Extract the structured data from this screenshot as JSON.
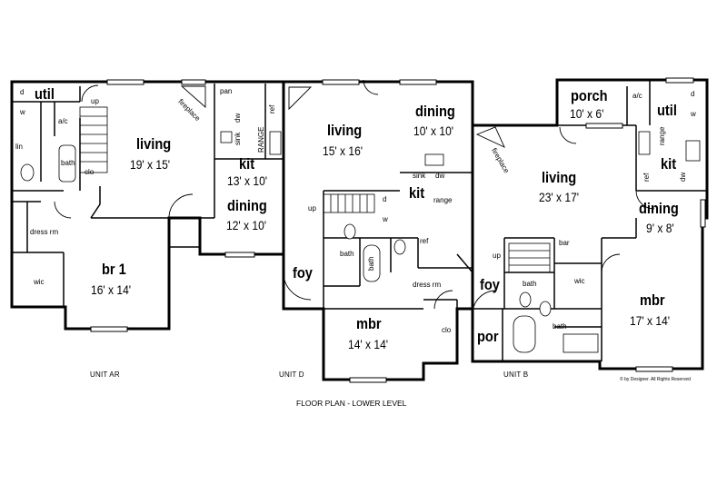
{
  "caption": "FLOOR PLAN - LOWER LEVEL",
  "copyright": "© by Designer. All Rights Reserved",
  "units": [
    {
      "label": "UNIT AR",
      "rooms": {
        "util": {
          "name": "util"
        },
        "living": {
          "name": "living",
          "dim": "19' x 15'"
        },
        "kit": {
          "name": "kit",
          "dim": "13' x 10'"
        },
        "dining": {
          "name": "dining",
          "dim": "12' x 10'"
        },
        "br1": {
          "name": "br 1",
          "dim": "16' x 14'"
        }
      },
      "labels": {
        "ac": "a/c",
        "up": "up",
        "clo": "clo",
        "bath": "bath",
        "lin": "lin",
        "dressrm": "dress rm",
        "wic": "wic",
        "pan": "pan",
        "fireplace": "fireplace",
        "sink": "sink",
        "dw": "dw",
        "range": "RANGE",
        "ref": "ref",
        "d": "d",
        "w": "w"
      }
    },
    {
      "label": "UNIT D",
      "rooms": {
        "living": {
          "name": "living",
          "dim": "15' x 16'"
        },
        "dining": {
          "name": "dining",
          "dim": "10' x 10'"
        },
        "kit": {
          "name": "kit"
        },
        "foy": {
          "name": "foy"
        },
        "mbr": {
          "name": "mbr",
          "dim": "14' x 14'"
        }
      },
      "labels": {
        "up": "up",
        "sink": "sink",
        "dw": "dw",
        "range": "range",
        "ref": "ref",
        "bath": "bath",
        "bath_tub": "bath",
        "dressrm": "dress rm",
        "clo": "clo",
        "d": "d",
        "w": "w"
      }
    },
    {
      "label": "UNIT B",
      "rooms": {
        "porch": {
          "name": "porch",
          "dim": "10' x 6'"
        },
        "util": {
          "name": "util"
        },
        "living": {
          "name": "living",
          "dim": "23' x 17'"
        },
        "kit": {
          "name": "kit"
        },
        "dining": {
          "name": "dining",
          "dim": "9' x 8'"
        },
        "foy": {
          "name": "foy"
        },
        "por": {
          "name": "por"
        },
        "mbr": {
          "name": "mbr",
          "dim": "17' x 14'"
        }
      },
      "labels": {
        "ac": "a/c",
        "fireplace": "fireplace",
        "up": "up",
        "bar": "bar",
        "bath": "bath",
        "bath2": "bath",
        "wic": "wic",
        "range": "range",
        "ref": "ref",
        "dw": "dw",
        "d": "d",
        "w": "w"
      }
    }
  ]
}
